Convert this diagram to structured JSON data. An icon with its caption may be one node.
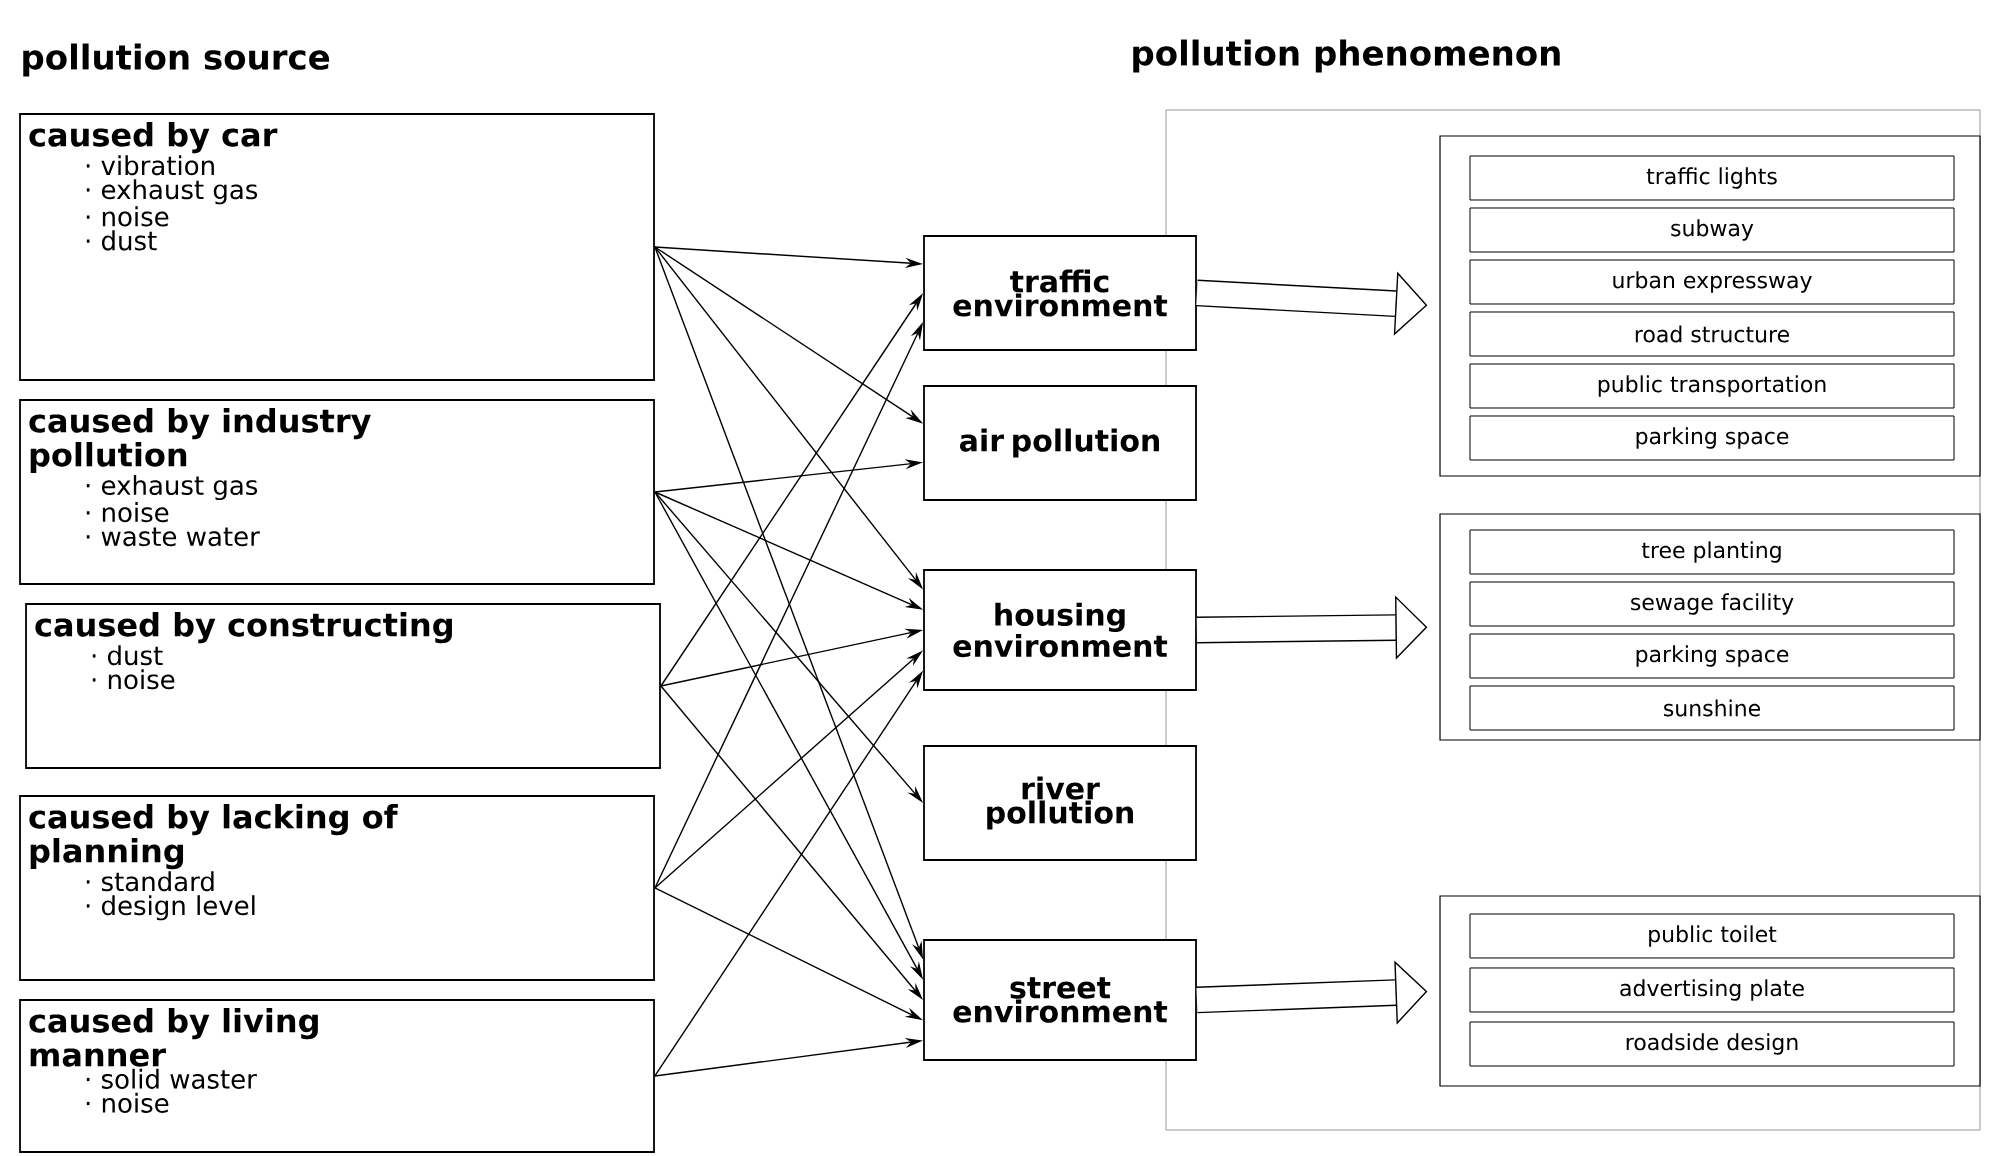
{
  "diagram": {
    "nodes": [
      {
        "text": [
          "caused by car",
          "· vibration",
          "· exhaust gas",
          "· noise",
          "· dust"
        ]
      },
      {
        "text": [
          "caused by industry pollution",
          "· exhaust gas",
          "· noise",
          "· waste water"
        ]
      },
      {
        "text": [
          "caused by constructing",
          "· dust",
          "· noise"
        ]
      },
      {
        "text": [
          "caused by lacking of planning",
          "· standard",
          "· design level"
        ]
      },
      {
        "text": [
          "caused by living manner",
          "· solid waster",
          "· noise"
        ]
      },
      {
        "text": [
          "traffic environment"
        ]
      },
      {
        "text": [
          "air pollution"
        ]
      },
      {
        "text": [
          "housing environment"
        ]
      },
      {
        "text": [
          "river pollution"
        ]
      },
      {
        "text": [
          "street environment"
        ]
      },
      {
        "text": [],
        "shape": "box"
      },
      {
        "text": [
          "traffic lights"
        ],
        "in": 10
      },
      {
        "text": [
          "subway"
        ],
        "in": 10
      },
      {
        "text": [
          "urban expressway"
        ],
        "in": 10
      },
      {
        "text": [
          "road structure"
        ],
        "in": 10
      },
      {
        "text": [
          "public transportation"
        ],
        "in": 10
      },
      {
        "text": [
          "parking space"
        ],
        "in": 10
      },
      {
        "text": [],
        "shape": "box"
      },
      {
        "text": [
          "tree planting"
        ],
        "in": 17
      },
      {
        "text": [
          "sewage facility"
        ],
        "in": 17
      },
      {
        "text": [
          "parking space"
        ],
        "in": 17
      },
      {
        "text": [
          "sunshine"
        ],
        "in": 17
      },
      {
        "text": [],
        "shape": "box"
      },
      {
        "text": [
          "public toilet"
        ],
        "in": 22
      },
      {
        "text": [
          "advertising plate"
        ],
        "in": 22
      },
      {
        "text": [
          "roadside design"
        ],
        "in": 22
      }
    ],
    "edges": [
      {
        "from": 0,
        "to": 5,
        "arrow": "to"
      },
      {
        "from": 0,
        "to": 6,
        "arrow": "to"
      },
      {
        "from": 0,
        "to": 7,
        "arrow": "to"
      },
      {
        "from": 0,
        "to": 9,
        "arrow": "to"
      },
      {
        "from": 1,
        "to": 6,
        "arrow": "to"
      },
      {
        "from": 1,
        "to": 7,
        "arrow": "to"
      },
      {
        "from": 1,
        "to": 8,
        "arrow": "to"
      },
      {
        "from": 1,
        "to": 9,
        "arrow": "to"
      },
      {
        "from": 2,
        "to": 5,
        "arrow": "to"
      },
      {
        "from": 2,
        "to": 7,
        "arrow": "to"
      },
      {
        "from": 2,
        "to": 9,
        "arrow": "to"
      },
      {
        "from": 3,
        "to": 5,
        "arrow": "to"
      },
      {
        "from": 3,
        "to": 7,
        "arrow": "to"
      },
      {
        "from": 3,
        "to": 9,
        "arrow": "to"
      },
      {
        "from": 4,
        "to": 7,
        "arrow": "to"
      },
      {
        "from": 4,
        "to": 9,
        "arrow": "to"
      },
      {
        "from": 5,
        "to": 10,
        "arrow": "to",
        "style": "thick"
      },
      {
        "from": 7,
        "to": 17,
        "arrow": "to",
        "style": "thick"
      },
      {
        "from": 9,
        "to": 22,
        "arrow": "to",
        "style": "thick"
      }
    ],
    "labels": [
      "pollution source",
      "pollution phenomenon"
    ]
  }
}
